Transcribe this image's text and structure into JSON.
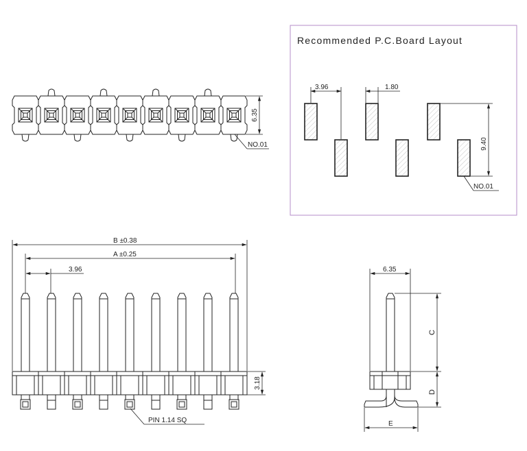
{
  "top_view": {
    "dim_height": "6.35",
    "pin_one_label": "NO.01"
  },
  "pcb_layout": {
    "title": "Recommended P.C.Board Layout",
    "dim_pitch": "3.96",
    "dim_pad_width": "1.80",
    "dim_row_spacing": "9.40",
    "pin_one_label": "NO.01"
  },
  "front_view": {
    "dim_b": "B ±0.38",
    "dim_a": "A ±0.25",
    "dim_pitch": "3.96",
    "dim_housing": "3.18",
    "pin_note": "PIN 1.14 SQ"
  },
  "side_view": {
    "dim_width": "6.35",
    "dim_c": "C",
    "dim_d": "D",
    "dim_e": "E"
  },
  "colors": {
    "line": "#222222",
    "frame": "#b48cc8",
    "hatch": "#999999"
  }
}
